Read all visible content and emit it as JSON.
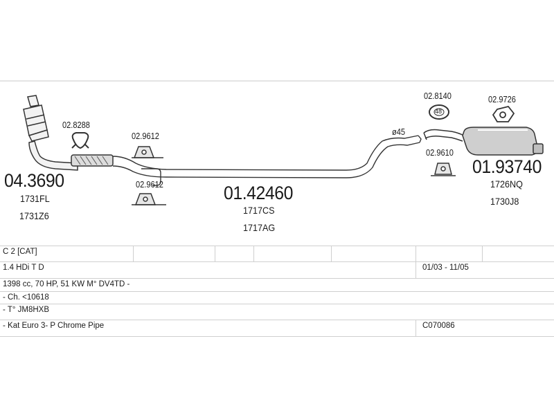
{
  "parts": {
    "cat_number": "04.3690",
    "cat_ref1": "1731FL",
    "cat_ref2": "1731Z6",
    "clamp_number": "02.8288",
    "mount_top": "02.9612",
    "mount_bottom": "02.9612",
    "pipe_number": "01.42460",
    "pipe_ref1": "1717CS",
    "pipe_ref2": "1717AG",
    "diameter": "ø45",
    "ring_number": "02.8140",
    "ring_badge": "48",
    "hanger_top": "02.9726",
    "hanger_bottom": "02.9610",
    "silencer_number": "01.93740",
    "silencer_ref1": "1726NQ",
    "silencer_ref2": "1730J8"
  },
  "table": {
    "model": "C 2  [CAT]",
    "engine": "1.4 HDi T D",
    "years": "01/03 - 11/05",
    "spec": "1398 cc, 70 HP, 51 KW M° DV4TD -",
    "chassis": "- Ch. <10618",
    "type": "- T° JM8HXB",
    "note": "- Kat Euro 3- P Chrome Pipe",
    "code": "C070086"
  }
}
